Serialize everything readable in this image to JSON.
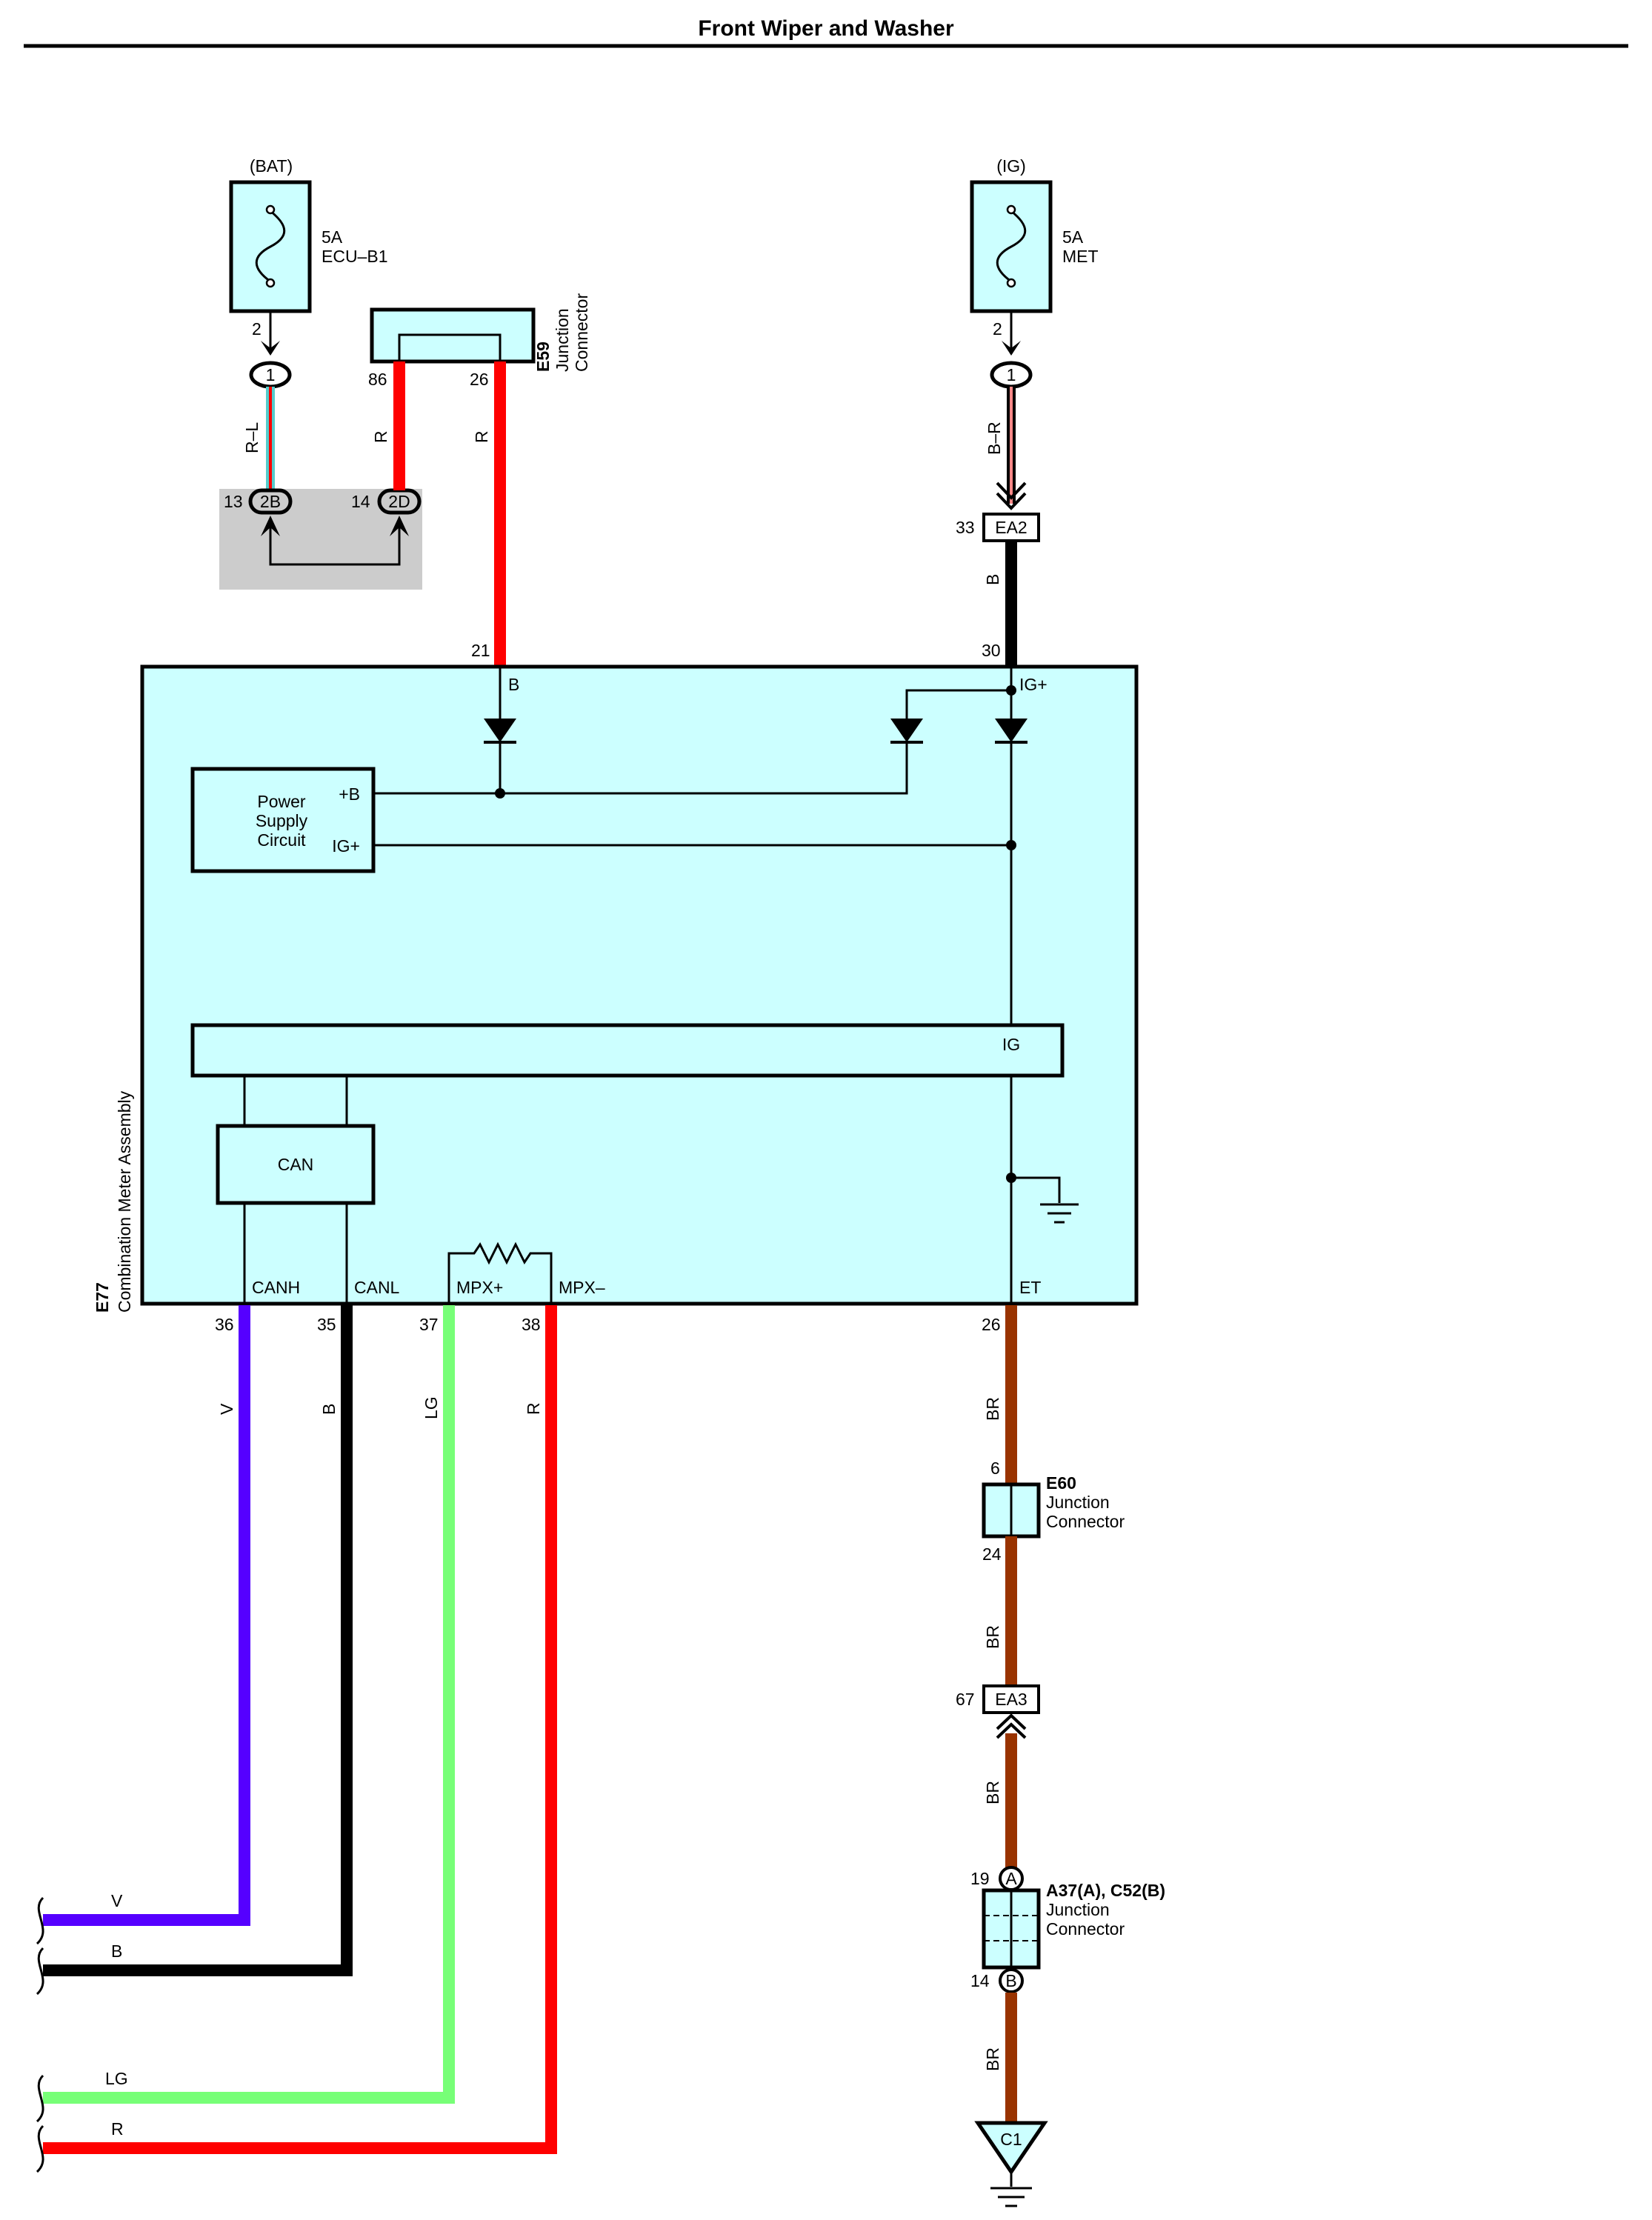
{
  "title": "Front Wiper and Washer",
  "colors": {
    "box_fill": "#ccffff",
    "shade": "#cccccc",
    "red": "#ff0000",
    "black": "#000000",
    "violet": "#5500ff",
    "light_green": "#77ff77",
    "brown": "#993300",
    "light_blue": "#55cccc",
    "pink": "#ff8888"
  },
  "fuses": {
    "bat": {
      "source": "(BAT)",
      "rating": "5A",
      "name": "ECU–B1",
      "pin": "2"
    },
    "ig": {
      "source": "(IG)",
      "rating": "5A",
      "name": "MET",
      "pin": "2"
    }
  },
  "e59": {
    "code": "E59",
    "line1": "Junction",
    "line2": "Connector",
    "pin_left": "86",
    "pin_right": "26"
  },
  "wires": {
    "bat_out": "R–L",
    "e59_86": "R",
    "e59_26": "R",
    "ig_out": "B–R",
    "ea2_out": "B",
    "canh": "V",
    "canl": "B",
    "mpxp": "LG",
    "mpxm": "R",
    "et_1": "BR",
    "et_2": "BR",
    "et_3": "BR",
    "et_4": "BR"
  },
  "connectors": {
    "c1": "1",
    "c1b": "1",
    "c2b": "2B",
    "c2b_pin": "13",
    "c2d": "2D",
    "c2d_pin": "14",
    "ea2": "EA2",
    "ea2_pin": "33",
    "ea3": "EA3",
    "ea3_pin": "67",
    "a": "A",
    "a_pin": "19",
    "b": "B",
    "b_pin": "14",
    "ground": "C1"
  },
  "e77": {
    "code": "E77",
    "name": "Combination Meter Assembly",
    "pin_b": "21",
    "pin_ig": "30",
    "lbl_b": "B",
    "lbl_igp": "IG+",
    "power": {
      "line1": "Power",
      "line2": "Supply",
      "line3": "Circuit",
      "plus_b": "+B",
      "ig_plus": "IG+"
    },
    "ig_bus": "IG",
    "can": "CAN",
    "terminals": {
      "canh": "CANH",
      "canl": "CANL",
      "mpxp": "MPX+",
      "mpxm": "MPX–",
      "et": "ET"
    },
    "pins": {
      "canh": "36",
      "canl": "35",
      "mpxp": "37",
      "mpxm": "38",
      "et": "26"
    }
  },
  "e60": {
    "code": "E60",
    "line1": "Junction",
    "line2": "Connector",
    "pin_top": "6",
    "pin_bottom": "24"
  },
  "a37": {
    "code": "A37(A), C52(B)",
    "line1": "Junction",
    "line2": "Connector"
  },
  "outputs": {
    "v": "V",
    "b": "B",
    "lg": "LG",
    "r": "R"
  }
}
